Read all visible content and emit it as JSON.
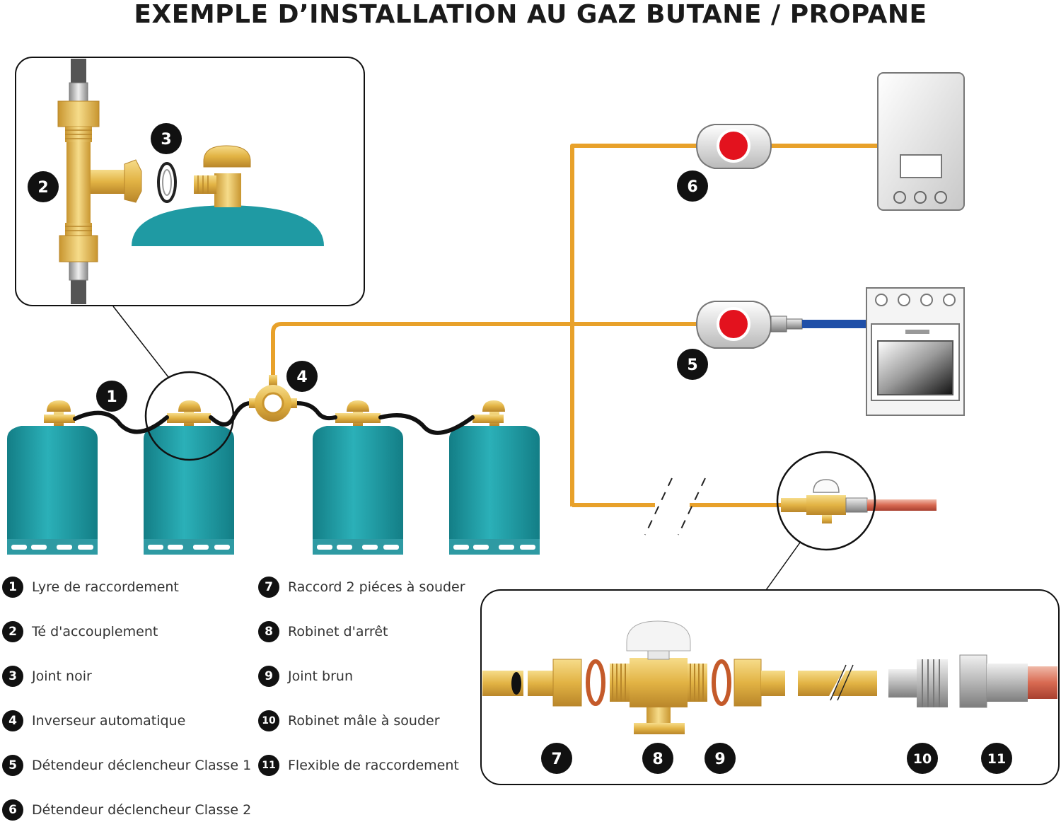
{
  "title": "EXEMPLE D’INSTALLATION AU GAZ BUTANE / PROPANE",
  "badges": {
    "b1": "1",
    "b2": "2",
    "b3": "3",
    "b4": "4",
    "b5": "5",
    "b6": "6",
    "b7": "7",
    "b8": "8",
    "b9": "9",
    "b10": "10",
    "b11": "11"
  },
  "legend": {
    "left": [
      {
        "num": "1",
        "text": "Lyre de raccordement"
      },
      {
        "num": "2",
        "text": "Té d'accouplement"
      },
      {
        "num": "3",
        "text": "Joint noir"
      },
      {
        "num": "4",
        "text": "Inverseur automatique"
      },
      {
        "num": "5",
        "text": "Détendeur déclencheur Classe 1"
      },
      {
        "num": "6",
        "text": "Détendeur déclencheur Classe 2"
      }
    ],
    "right": [
      {
        "num": "7",
        "text": "Raccord 2 piéces à souder"
      },
      {
        "num": "8",
        "text": "Robinet d'arrêt"
      },
      {
        "num": "9",
        "text": "Joint brun"
      },
      {
        "num": "10",
        "text": "Robinet mâle à souder"
      },
      {
        "num": "11",
        "text": "Flexible de raccordement"
      }
    ]
  },
  "colors": {
    "gas_pipe": "#e8a12a",
    "bottle": "#1f9aa3",
    "brass": "#e5b84a",
    "copper": "#c8574a",
    "flex_hose": "#1f4fa8",
    "valve_red": "#e3121e",
    "badge": "#111111"
  }
}
